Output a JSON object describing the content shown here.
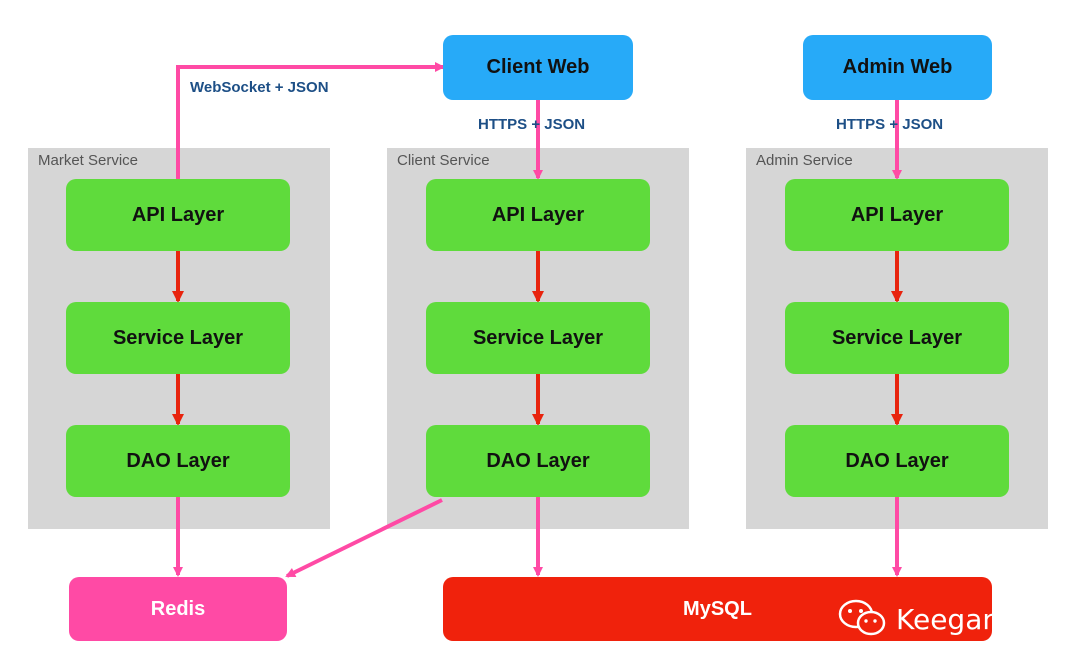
{
  "groups": {
    "market": "Market Service",
    "client": "Client Service",
    "admin": "Admin Service"
  },
  "layers": {
    "api": "API Layer",
    "service": "Service Layer",
    "dao": "DAO Layer"
  },
  "clients": {
    "client_web": "Client Web",
    "admin_web": "Admin Web"
  },
  "stores": {
    "redis": "Redis",
    "mysql": "MySQL"
  },
  "edge_labels": {
    "websocket": "WebSocket + JSON",
    "client_https": "HTTPS + JSON",
    "admin_https": "HTTPS + JSON"
  },
  "watermark": "Keegan小钢",
  "colors": {
    "layer_fill": "#5fdb3c",
    "web_fill": "#27aaf8",
    "redis_fill": "#ff4aa5",
    "mysql_fill": "#f0220c",
    "group_fill": "#d6d6d6",
    "pink_arrow": "#ff4aa5",
    "red_arrow": "#e8240e",
    "edge_label": "#1d4f86"
  }
}
